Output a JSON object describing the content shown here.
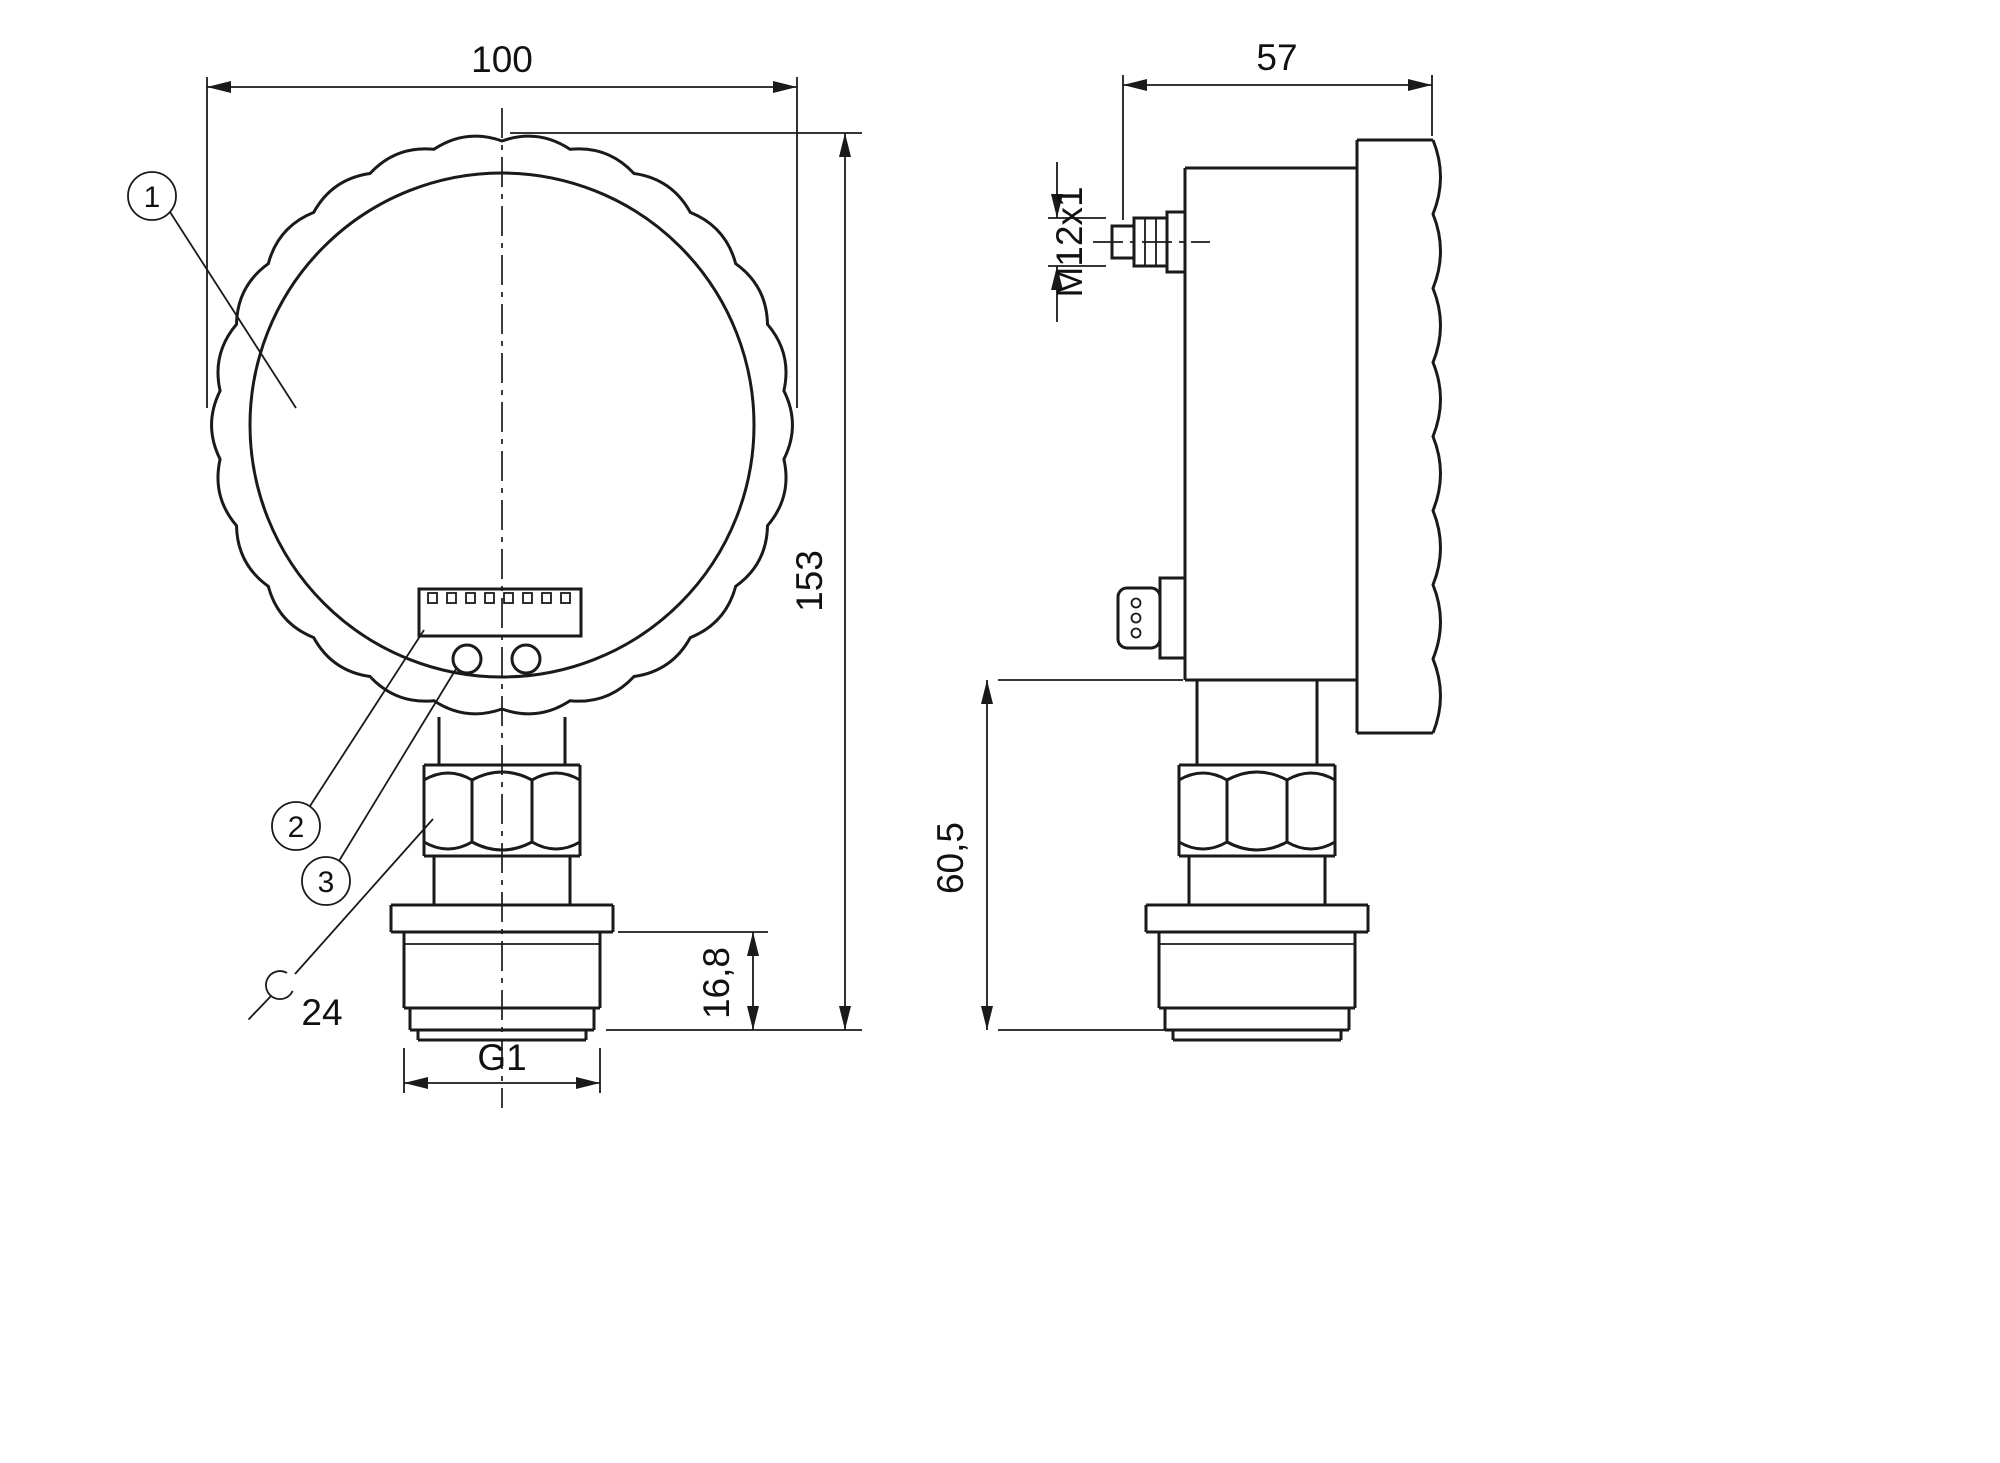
{
  "meta": {
    "background": "#ffffff",
    "line_color": "#1a1a1a",
    "drawing_type": "dimensional-drawing-pressure-gauge"
  },
  "front_view": {
    "width_dim": "100",
    "height_dim": "153",
    "thread_label": "G1",
    "thread_length_dim": "16,8",
    "wrench_size": "24",
    "callout_1": "1",
    "callout_2": "2",
    "callout_3": "3"
  },
  "side_view": {
    "depth_dim": "57",
    "connector_label": "M12x1",
    "lower_height_dim": "60,5"
  }
}
